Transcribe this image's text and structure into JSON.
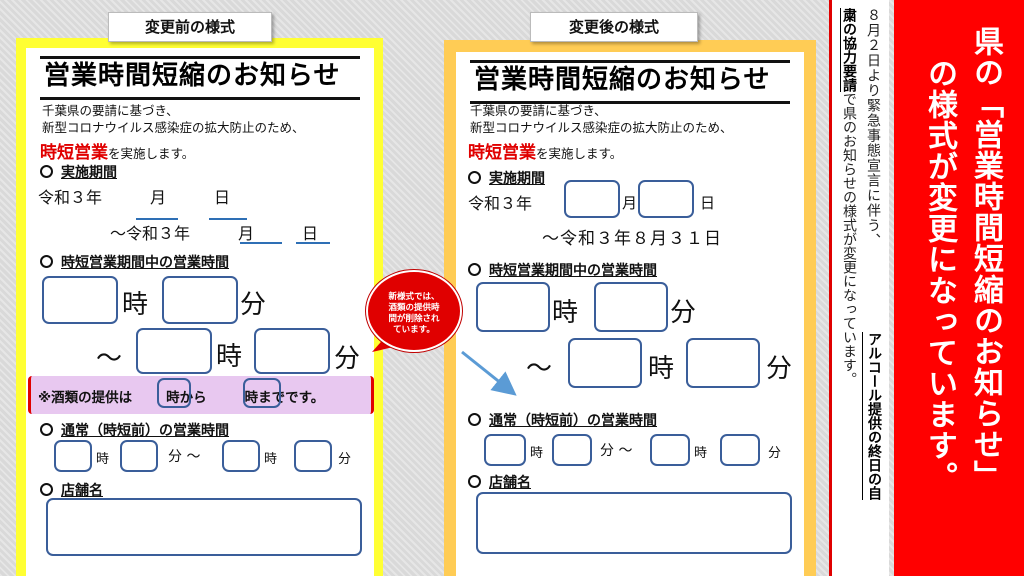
{
  "before": {
    "tag": "変更前の様式",
    "form_title": "営業時間短縮のお知らせ",
    "intro_line1": "千葉県の要請に基づき、",
    "intro_line2": "新型コロナウイルス感染症の拡大防止のため、",
    "shortened_hours": "時短営業",
    "implement_suffix": "を実施します。",
    "period_heading": "実施期間",
    "period_line1": "令和３年　　　月　　　日",
    "period_line2": "～令和３年　　　月　　　日",
    "hours_heading": "時短営業期間中の営業時間",
    "hour_unit": "時",
    "minute_unit": "分",
    "tilde": "～",
    "alcohol_note_prefix": "※酒類の提供は",
    "alcohol_note_mid": "時から",
    "alcohol_note_suffix": "時までです。",
    "normal_heading": "通常（時短前）の営業時間",
    "store_heading": "店舗名"
  },
  "after": {
    "tag": "変更後の様式",
    "form_title": "営業時間短縮のお知らせ",
    "intro_line1": "千葉県の要請に基づき、",
    "intro_line2": "新型コロナウイルス感染症の拡大防止のため、",
    "shortened_hours": "時短営業",
    "implement_suffix": "を実施します。",
    "period_heading": "実施期間",
    "period_line1_prefix": "令和３年",
    "month_unit": "月",
    "day_unit": "日",
    "period_line2": "～令和３年８月３１日",
    "hours_heading": "時短営業期間中の営業時間",
    "hour_unit": "時",
    "minute_unit": "分",
    "tilde": "～",
    "normal_heading": "通常（時短前）の営業時間",
    "store_heading": "店舗名"
  },
  "callout": {
    "line1": "新様式では、",
    "line2": "酒類の提供時",
    "line3": "間が削除され",
    "line4": "ています。"
  },
  "side": {
    "col1": "８月２日より緊急事態宣言に伴う、",
    "col2_bold1": "アルコール提供の終日の自",
    "col3_bold2": "粛の協力要請",
    "col3_rest": "で県のお知らせの様式が変更になっています。"
  },
  "banner": {
    "col1": "県の「営業時間短縮のお知らせ」",
    "col2": "の様式が変更になっています。"
  },
  "colors": {
    "before_frame": "#ffff33",
    "after_frame": "#ffcc55",
    "box_border": "#3a5e9a",
    "highlight_row": "#e8c8f0",
    "callout_red": "#e00000",
    "banner_red": "#ff0000"
  }
}
